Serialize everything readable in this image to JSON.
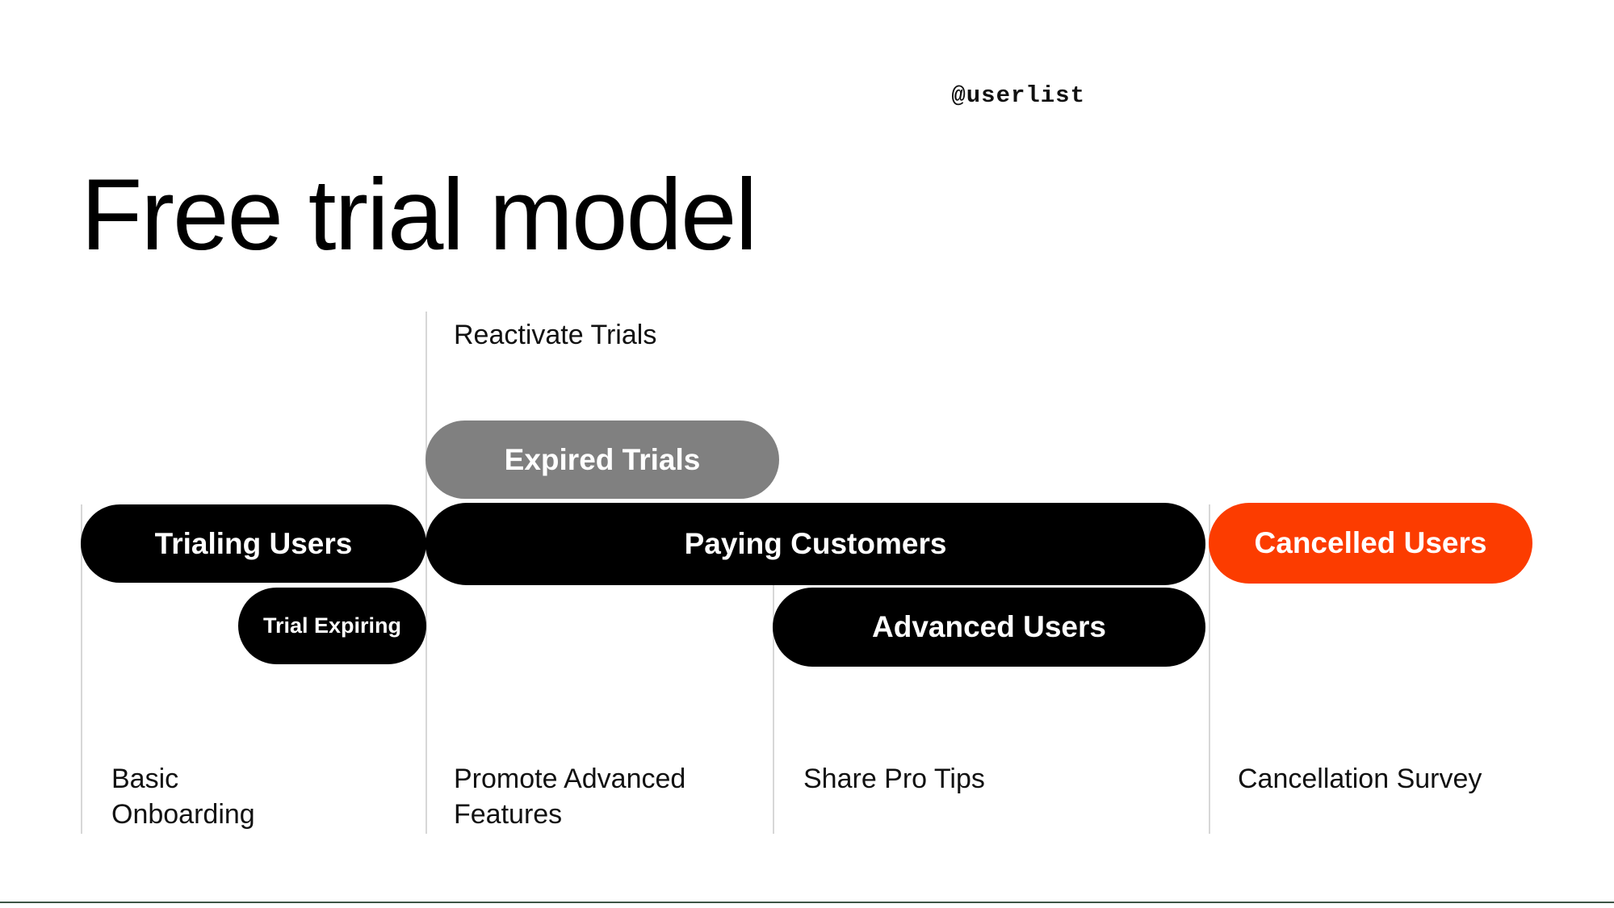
{
  "slide": {
    "title": "Free trial model",
    "brand_handle": "@userlist",
    "background_color": "#ffffff"
  },
  "colors": {
    "pill_black": "#000000",
    "pill_gray": "#808080",
    "pill_orange": "#fc3c00",
    "divider": "#d7d7d7",
    "text_dark": "#111111",
    "footer_rule": "#3e5445"
  },
  "diagram": {
    "type": "lifecycle-stage-map",
    "stages": [
      {
        "label": "Trialing Users",
        "color": "#000000",
        "tier": "primary"
      },
      {
        "label": "Paying Customers",
        "color": "#000000",
        "tier": "primary"
      },
      {
        "label": "Cancelled Users",
        "color": "#fc3c00",
        "tier": "primary"
      },
      {
        "label": "Expired Trials",
        "color": "#808080",
        "tier": "upper"
      },
      {
        "label": "Trial Expiring",
        "color": "#000000",
        "tier": "lower"
      },
      {
        "label": "Advanced Users",
        "color": "#000000",
        "tier": "lower"
      }
    ],
    "flow_labels": [
      {
        "label": "Reactivate Trials"
      }
    ],
    "lane_captions": [
      {
        "label": "Basic Onboarding"
      },
      {
        "label": "Promote Advanced Features"
      },
      {
        "label": "Share Pro Tips"
      },
      {
        "label": "Cancellation Survey"
      }
    ]
  }
}
